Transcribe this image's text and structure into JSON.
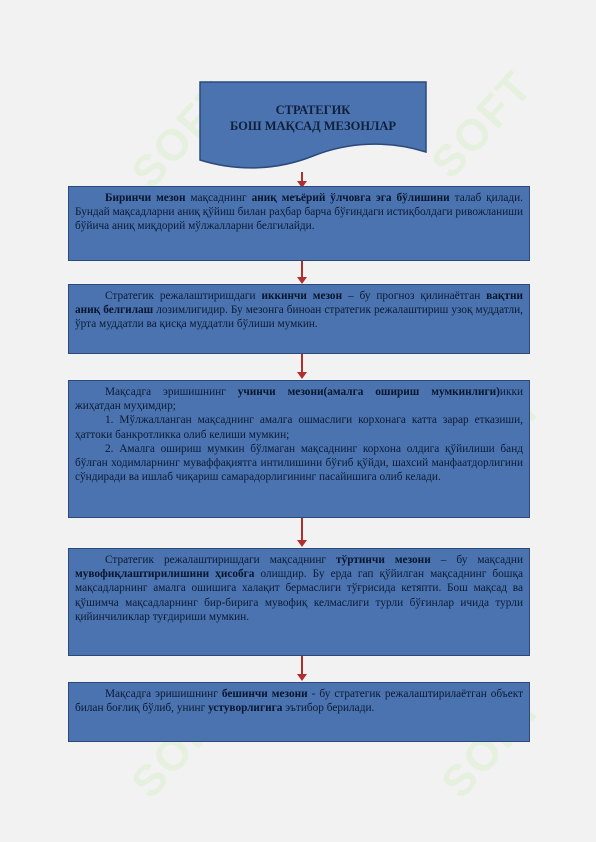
{
  "title": {
    "line1": "СТРАТЕГИК",
    "line2": "БОШ МАҚСАД МЕЗОНЛАР"
  },
  "box1": {
    "b1": "Биринчи мезон",
    "t1": " мақсаднинг ",
    "b2": "аниқ меъёрий ўлчовга эга бўлишини",
    "t2": " талаб қилади. Бундай мақсадларни аниқ қўйиш билан раҳбар барча бўғиндаги истиқболдаги ривожланиши бўйича аниқ миқдорий мўлжалларни белгилайди."
  },
  "box2": {
    "t1": "Стратегик режалаштиришдаги ",
    "b1": "иккинчи мезон",
    "t2": " – бу прогноз қилинаётган ",
    "b2": "вақтни аниқ белгилаш",
    "t3": " лозимлигидир. Бу мезонга биноан стратегик режалаштириш узоқ муддатли, ўрта муддатли ва қисқа муддатли бўлиши мумкин."
  },
  "box3": {
    "t1": "Мақсадга эришишнинг ",
    "b1": "учинчи мезони(амалга ошириш мумкинлиги)",
    "t2": "икки жиҳатдан муҳимдир;",
    "p2": "1. Мўлжалланган мақсаднинг амалга ошмаслиги корхонага катта зарар етказиши, ҳаттоки банкротликка олиб келиши мумкин;",
    "p3": "2. Амалга ошириш мумкин бўлмаган мақсаднинг корхона олдига қўйилиши банд бўлган ходимларнинг муваффақиятга интилишини бўғиб қўйди, шахсий манфаатдорлигини сўндиради ва ишлаб чиқариш самарадорлигининг пасайишига олиб келади."
  },
  "box4": {
    "t1": "Стратегик режалаштиришдаги мақсаднинг ",
    "b1": "тўртинчи мезони",
    "t2": " – бу мақсадни ",
    "b2": "мувофиқлаштирилишини ҳисобга",
    "t3": " олишдир. Бу ерда гап қўйилган мақсаднинг бошқа мақсадларнинг амалга ошишига халақит бермаслиги тўғрисида кетяпти. Бош мақсад ва қўшимча мақсадларнинг бир-бирига мувофиқ келмаслиги турли бўғинлар ичида турли қийинчиликлар туғдириши мумкин."
  },
  "box5": {
    "t1": "Мақсадга эришишнинг ",
    "b1": "бешинчи мезони",
    "t2": " - бу стратегик режалаштирилаётган объект билан боғлиқ бўлиб, унинг ",
    "b2": "устуворлигига",
    "t3": " эътибор берилади."
  },
  "watermark": {
    "text": "SOFT"
  },
  "colors": {
    "box_fill": "#4a73b0",
    "arrow": "#b03030",
    "banner_fill": "#4a73b0"
  }
}
